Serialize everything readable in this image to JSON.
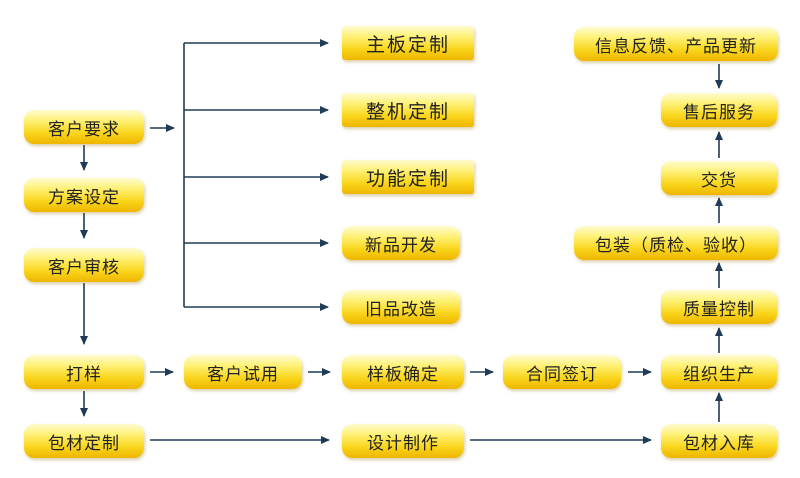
{
  "colors": {
    "arrow": "#1f3b57",
    "box_top": "#fff27a",
    "box_bottom": "#efb400",
    "text": "#222222"
  },
  "nodes": {
    "customer_requirement": "客户要求",
    "scheme_setting": "方案设定",
    "customer_review": "客户审核",
    "sampling": "打样",
    "packaging_custom": "包材定制",
    "mainboard_custom": "主板定制",
    "machine_custom": "整机定制",
    "function_custom": "功能定制",
    "new_product_dev": "新品开发",
    "old_product_mod": "旧品改造",
    "customer_trial": "客户试用",
    "sample_confirm": "样板确定",
    "contract_sign": "合同签订",
    "organize_production": "组织生产",
    "design_make": "设计制作",
    "packaging_storage": "包材入库",
    "quality_control": "质量控制",
    "packaging_qc": "包装（质检、验收）",
    "delivery": "交货",
    "after_sales": "售后服务",
    "feedback_update": "信息反馈、产品更新"
  }
}
